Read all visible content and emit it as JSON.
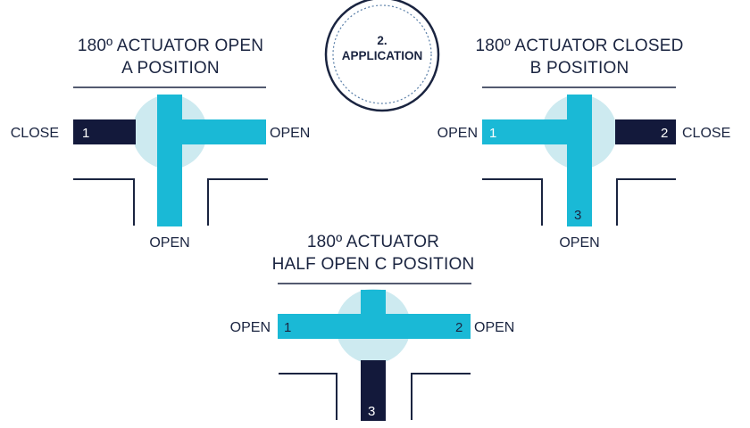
{
  "badge": {
    "number": "2.",
    "label": "APPLICATION"
  },
  "diagrams": {
    "a": {
      "title_line1": "180º  ACTUATOR OPEN",
      "title_line2": "A POSITION",
      "left_label": "CLOSE",
      "right_label": "OPEN",
      "bottom_label": "OPEN",
      "port1": "1"
    },
    "b": {
      "title_line1": "180º  ACTUATOR CLOSED",
      "title_line2": "B POSITION",
      "left_label": "OPEN",
      "right_label": "CLOSE",
      "bottom_label": "OPEN",
      "port1": "1",
      "port2": "2",
      "port3": "3"
    },
    "c": {
      "title_line1": "180º  ACTUATOR",
      "title_line2": "HALF OPEN C POSITION",
      "left_label": "OPEN",
      "right_label": "OPEN",
      "port1": "1",
      "port2": "2",
      "port3": "3"
    }
  },
  "colors": {
    "open_flow": "#1ab9d6",
    "closed_port": "#13193b",
    "valve_body": "#cdeaf0",
    "text": "#1a2440"
  }
}
